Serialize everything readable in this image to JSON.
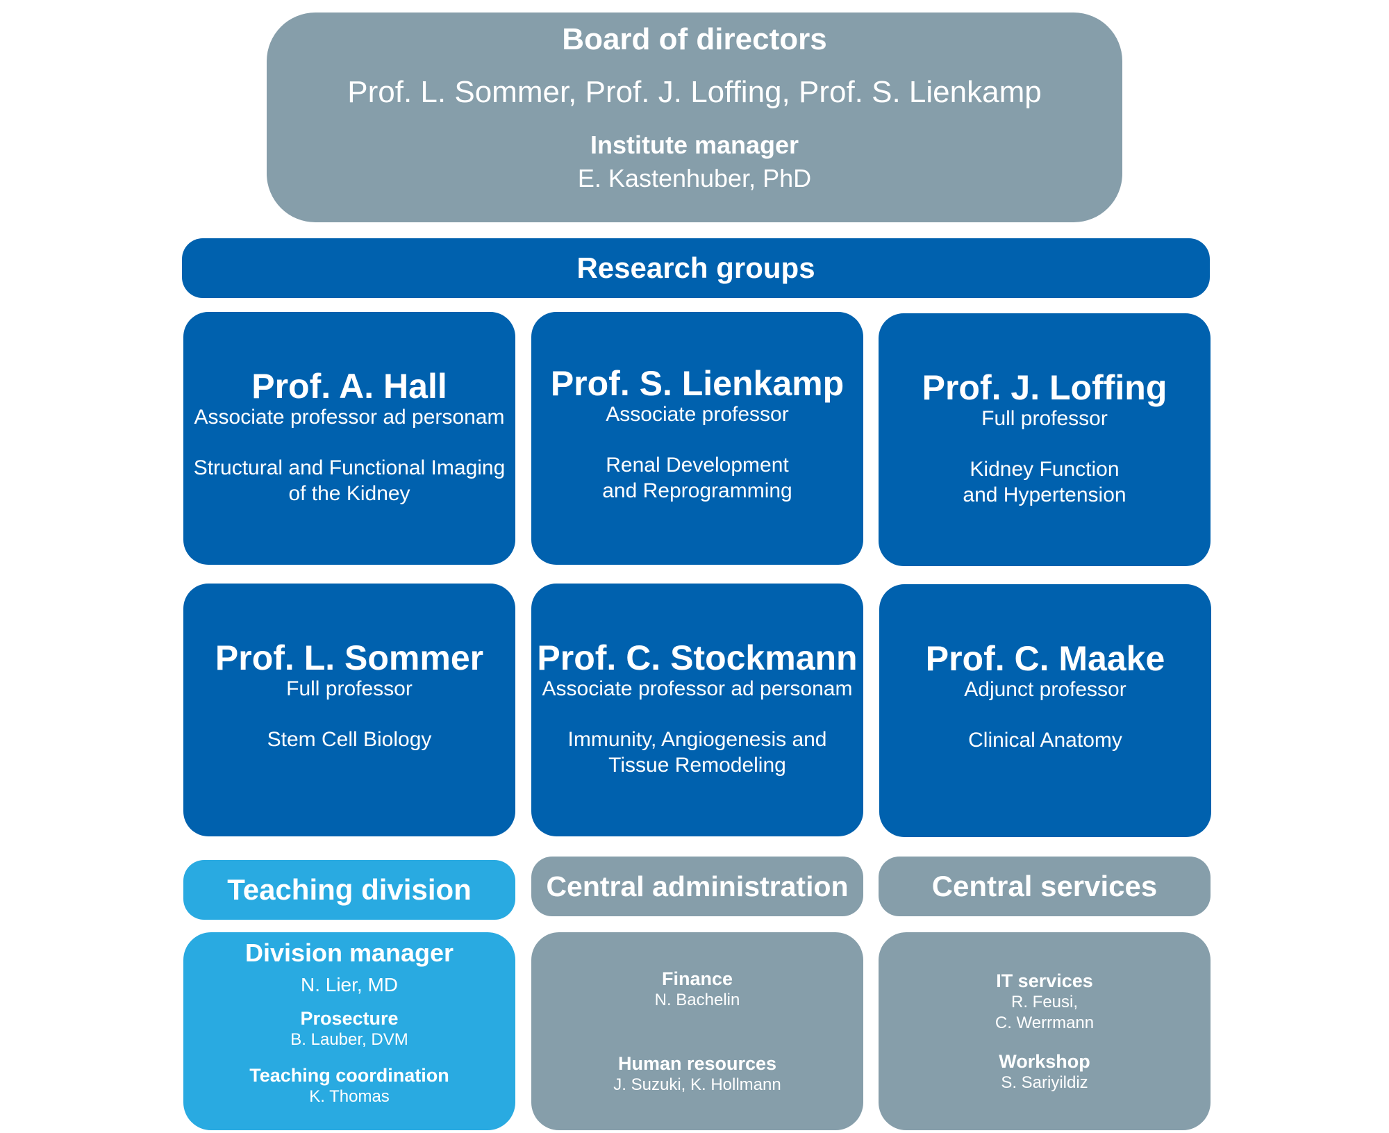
{
  "board": {
    "title": "Board of directors",
    "members": "Prof. L. Sommer, Prof. J. Loffing, Prof. S. Lienkamp",
    "manager_label": "Institute manager",
    "manager_name": "E. Kastenhuber, PhD"
  },
  "research": {
    "title": "Research groups",
    "groups": [
      {
        "name": "Prof. A. Hall",
        "title": "Associate professor ad personam",
        "field": "Structural and Functional Imaging\nof the Kidney"
      },
      {
        "name": "Prof. S. Lienkamp",
        "title": "Associate professor",
        "field": "Renal Development\nand Reprogramming"
      },
      {
        "name": "Prof. J. Loffing",
        "title": "Full professor",
        "field": "Kidney Function\nand Hypertension"
      },
      {
        "name": "Prof. L. Sommer",
        "title": "Full professor",
        "field": "Stem Cell Biology"
      },
      {
        "name": "Prof. C. Stockmann",
        "title": "Associate professor ad personam",
        "field": "Immunity, Angiogenesis and\nTissue Remodeling"
      },
      {
        "name": "Prof. C. Maake",
        "title": "Adjunct professor",
        "field": "Clinical Anatomy"
      }
    ]
  },
  "teaching": {
    "title": "Teaching division",
    "manager_label": "Division manager",
    "manager_name": "N. Lier, MD",
    "prosecture_label": "Prosecture",
    "prosecture_name": "B. Lauber, DVM",
    "coord_label": "Teaching coordination",
    "coord_name": "K. Thomas"
  },
  "admin": {
    "title": "Central administration",
    "finance_label": "Finance",
    "finance_name": "N. Bachelin",
    "hr_label": "Human resources",
    "hr_name": "J. Suzuki, K. Hollmann"
  },
  "services": {
    "title": "Central services",
    "it_label": "IT services",
    "it_name1": "R. Feusi,",
    "it_name2": "C. Werrmann",
    "workshop_label": "Workshop",
    "workshop_name": "S. Sariyildiz"
  },
  "colors": {
    "gray": "#869eaa",
    "blue": "#0061ae",
    "light_blue": "#29aae1"
  }
}
